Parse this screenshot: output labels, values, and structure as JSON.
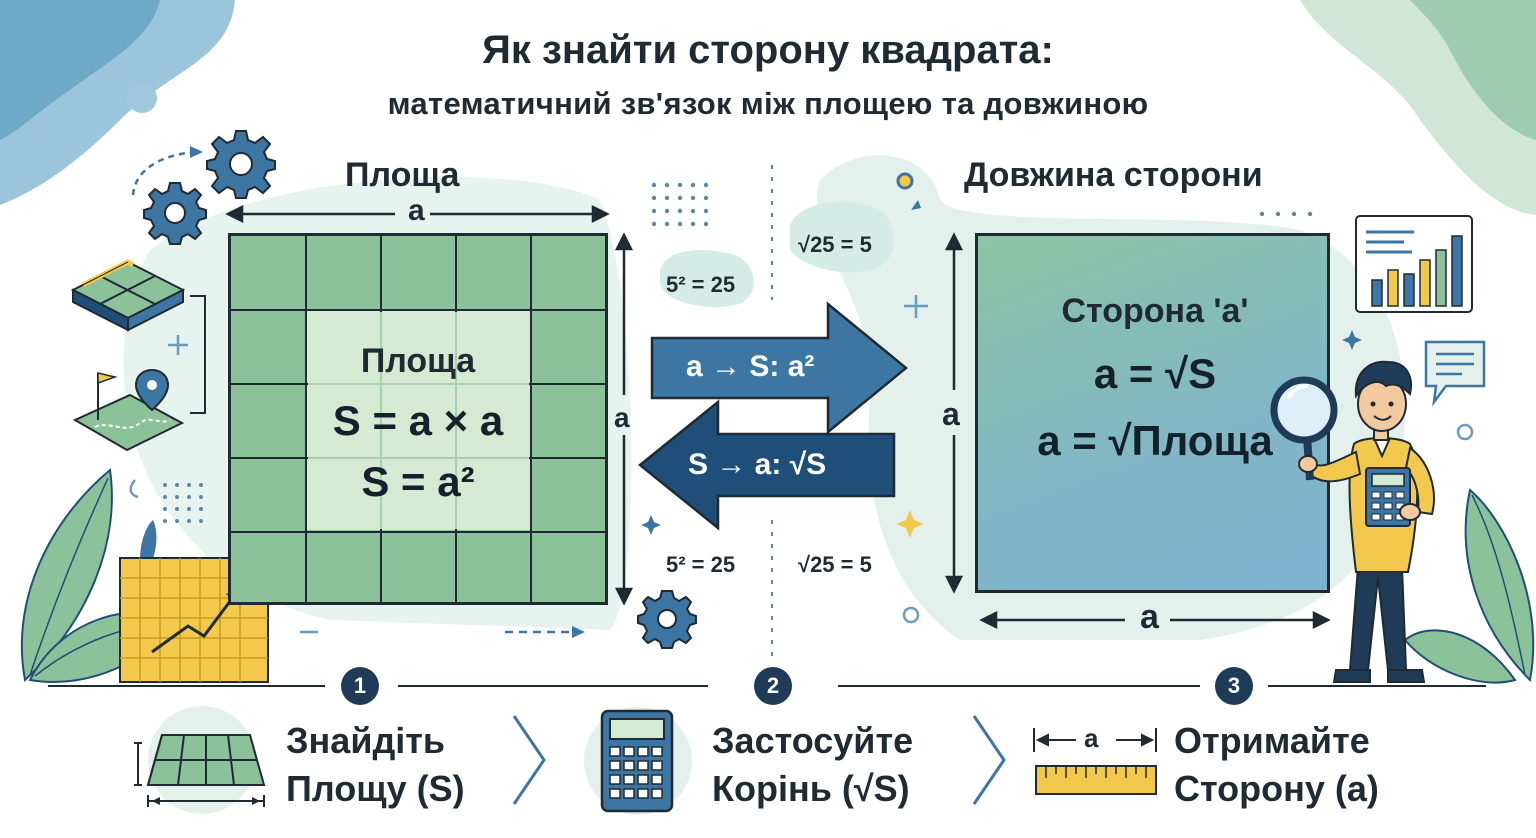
{
  "title": "Як знайти сторону квадрата:",
  "subtitle": "математичний зв'язок між площею та довжиною",
  "left_panel": {
    "heading": "Площа",
    "side_label": "a",
    "inner_title": "Площа",
    "formula1": "S = a × a",
    "formula2": "S = a²",
    "grid_color": "#8cc29a",
    "inner_color": "#d4ead3"
  },
  "center": {
    "bubble_left": "5² = 25",
    "bubble_right": "√25 = 5",
    "arrow_forward": "a → S: a²",
    "arrow_backward": "S → a: √S",
    "bottom_left": "5² = 25",
    "bottom_right": "√25 = 5",
    "arrow_forward_color": "#3d76a3",
    "arrow_backward_color": "#1f4e79"
  },
  "right_panel": {
    "heading": "Довжина сторони",
    "side_label": "a",
    "inner_title": "Сторона 'a'",
    "formula1": "a = √S",
    "formula2": "a = √Площа"
  },
  "steps": [
    {
      "number": "1",
      "line1": "Знайдіть",
      "line2": "Площу (S)",
      "icon": "grid-plane-icon"
    },
    {
      "number": "2",
      "line1": "Застосуйте",
      "line2": "Корінь (√S)",
      "icon": "calculator-icon"
    },
    {
      "number": "3",
      "line1": "Отримайте",
      "line2": "Сторону (a)",
      "icon": "ruler-icon",
      "ruler_label": "a"
    }
  ],
  "colors": {
    "dark": "#1f2a33",
    "navy": "#1f3b57",
    "green": "#8cc29a",
    "blue_green": "#6fa8b8",
    "yellow": "#f2c94c",
    "teal_blob": "#d5ece6"
  }
}
